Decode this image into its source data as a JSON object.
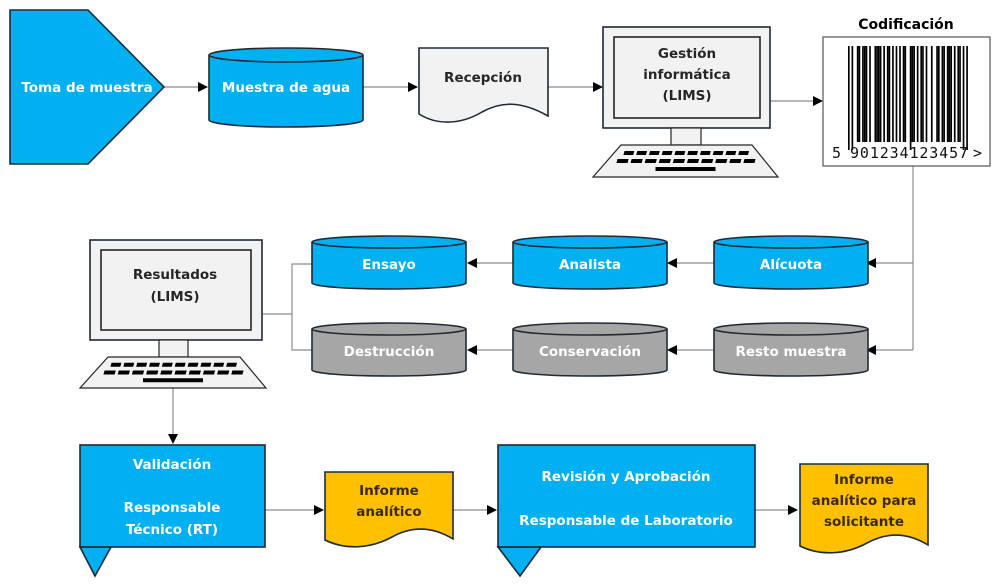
{
  "colors": {
    "primary_blue": "#00B0F0",
    "gray_cylinder": "#A6A6A6",
    "document_light": "#F2F2F2",
    "report_yellow": "#FFC000",
    "connector": "#8C8C8C"
  },
  "nodes": {
    "toma_muestra": {
      "label": "Toma de muestra",
      "shape": "pentagon-arrow"
    },
    "muestra_agua": {
      "label": "Muestra de agua",
      "shape": "cylinder"
    },
    "recepcion": {
      "label": "Recepción",
      "shape": "document"
    },
    "gestion_lims": {
      "lines": [
        "Gestión",
        "informática",
        "(LIMS)"
      ],
      "shape": "computer"
    },
    "codificacion": {
      "title": "Codificación",
      "barcode_lead": "5",
      "barcode_digits": "901234123457",
      "barcode_trail": ">",
      "shape": "barcode"
    },
    "alicuota": {
      "label": "Alícuota",
      "shape": "cylinder"
    },
    "analista": {
      "label": "Analista",
      "shape": "cylinder"
    },
    "ensayo": {
      "label": "Ensayo",
      "shape": "cylinder"
    },
    "resto_muestra": {
      "label": "Resto muestra",
      "shape": "cylinder"
    },
    "conservacion": {
      "label": "Conservación",
      "shape": "cylinder"
    },
    "destruccion": {
      "label": "Destrucción",
      "shape": "cylinder"
    },
    "resultados_lims": {
      "lines": [
        "Resultados",
        "(LIMS)"
      ],
      "shape": "computer"
    },
    "validacion": {
      "title": "Validación",
      "lines": [
        "Responsable",
        "Técnico (RT)"
      ],
      "shape": "callout-box"
    },
    "informe_analitico": {
      "lines": [
        "Informe",
        "analítico"
      ],
      "shape": "document"
    },
    "revision": {
      "title": "Revisión y Aprobación",
      "subtitle": "Responsable de Laboratorio",
      "shape": "callout-box"
    },
    "informe_solicitante": {
      "lines": [
        "Informe",
        "analítico para",
        "solicitante"
      ],
      "shape": "document"
    }
  },
  "edges": [
    [
      "toma_muestra",
      "muestra_agua"
    ],
    [
      "muestra_agua",
      "recepcion"
    ],
    [
      "recepcion",
      "gestion_lims"
    ],
    [
      "gestion_lims",
      "codificacion"
    ],
    [
      "codificacion",
      "alicuota"
    ],
    [
      "codificacion",
      "resto_muestra"
    ],
    [
      "alicuota",
      "analista"
    ],
    [
      "analista",
      "ensayo"
    ],
    [
      "resto_muestra",
      "conservacion"
    ],
    [
      "conservacion",
      "destruccion"
    ],
    [
      "ensayo",
      "resultados_lims"
    ],
    [
      "destruccion",
      "resultados_lims"
    ],
    [
      "resultados_lims",
      "validacion"
    ],
    [
      "validacion",
      "informe_analitico"
    ],
    [
      "informe_analitico",
      "revision"
    ],
    [
      "revision",
      "informe_solicitante"
    ]
  ]
}
